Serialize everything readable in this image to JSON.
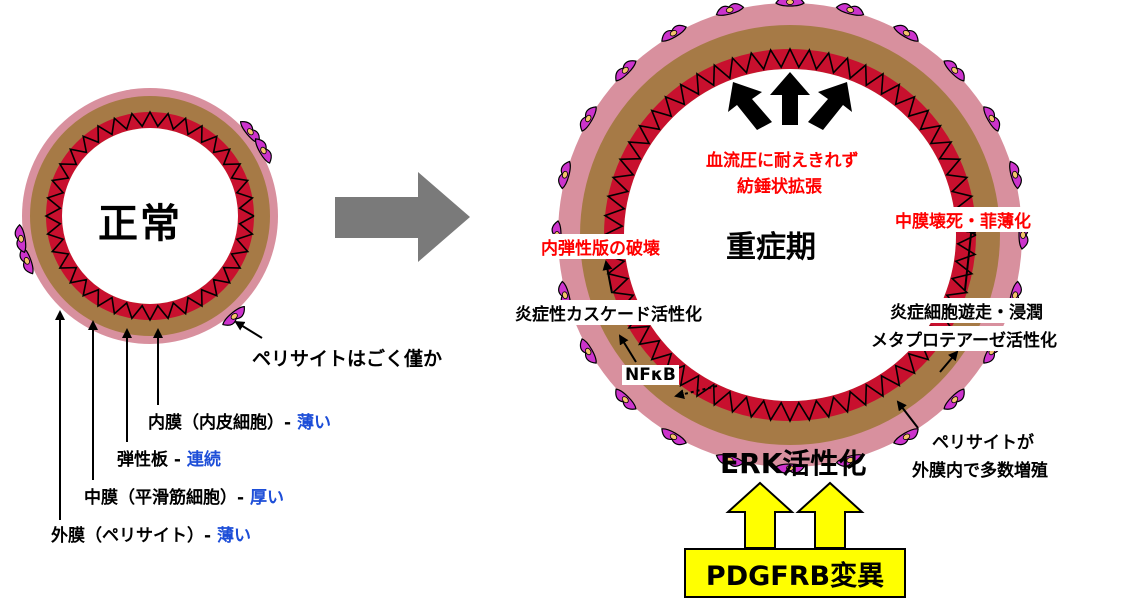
{
  "normal": {
    "title": "正常",
    "pericyte_note": "ペリサイトはごく僅か",
    "intima": {
      "label": "内膜（内皮細胞）- ",
      "state": "薄い"
    },
    "elastic": {
      "label": "弾性板 - ",
      "state": "連続"
    },
    "media": {
      "label": "中膜（平滑筋細胞）- ",
      "state": "厚い"
    },
    "adventitia": {
      "label": "外膜（ペリサイト）- ",
      "state": "薄い"
    }
  },
  "severe": {
    "title": "重症期",
    "bloodflow_line1": "血流圧に耐えきれず",
    "bloodflow_line2": "紡錘状拡張",
    "media_necrosis": "中膜壊死・菲薄化",
    "elastic_destroy": "内弾性版の破壊",
    "inflam_cascade": "炎症性カスケード活性化",
    "inflam_cell_1": "炎症細胞遊走・浸潤",
    "inflam_cell_2": "メタプロテアーゼ活性化",
    "nfkb": "NFκB",
    "pericyte_1": "ペリサイトが",
    "pericyte_2": "外膜内で多数増殖",
    "erk": "ERK活性化",
    "pdgfrb": "PDGFRB変異"
  },
  "colors": {
    "adventitia": "#d8909e",
    "media": "#a67a46",
    "intima_red": "#c8102e",
    "pericyte": "#cc33cc",
    "highlight_red": "#ff0000",
    "highlight_blue": "#1d4ed8",
    "yellow": "#ffff00",
    "gray_arrow": "#7a7a7a"
  }
}
